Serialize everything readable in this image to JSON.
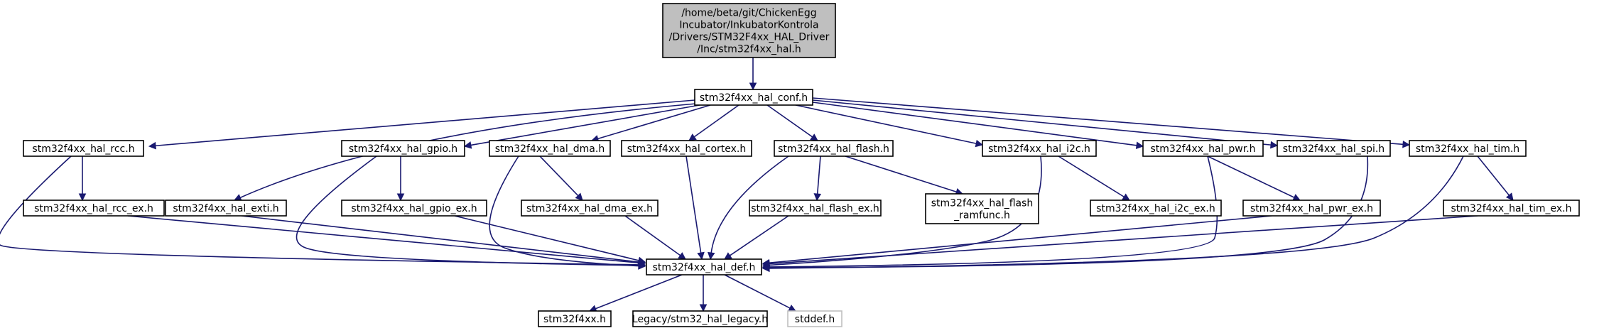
{
  "diagram": {
    "nodes": {
      "root": [
        "/home/beta/git/ChickenEgg",
        "Incubator/InkubatorKontrola",
        "/Drivers/STM32F4xx_HAL_Driver",
        "/Inc/stm32f4xx_hal.h"
      ],
      "conf": "stm32f4xx_hal_conf.h",
      "rcc": "stm32f4xx_hal_rcc.h",
      "rcc_ex": "stm32f4xx_hal_rcc_ex.h",
      "exti": "stm32f4xx_hal_exti.h",
      "gpio": "stm32f4xx_hal_gpio.h",
      "gpio_ex": "stm32f4xx_hal_gpio_ex.h",
      "dma": "stm32f4xx_hal_dma.h",
      "dma_ex": "stm32f4xx_hal_dma_ex.h",
      "cortex": "stm32f4xx_hal_cortex.h",
      "flash": "stm32f4xx_hal_flash.h",
      "flash_ex": "stm32f4xx_hal_flash_ex.h",
      "flash_ramfunc": [
        "stm32f4xx_hal_flash",
        "_ramfunc.h"
      ],
      "i2c": "stm32f4xx_hal_i2c.h",
      "i2c_ex": "stm32f4xx_hal_i2c_ex.h",
      "pwr": "stm32f4xx_hal_pwr.h",
      "pwr_ex": "stm32f4xx_hal_pwr_ex.h",
      "spi": "stm32f4xx_hal_spi.h",
      "tim": "stm32f4xx_hal_tim.h",
      "tim_ex": "stm32f4xx_hal_tim_ex.h",
      "def": "stm32f4xx_hal_def.h",
      "stm32f4xx": "stm32f4xx.h",
      "legacy": "Legacy/stm32_hal_legacy.h",
      "stddef": "stddef.h"
    },
    "edges": [
      [
        "root",
        "conf"
      ],
      [
        "conf",
        "rcc"
      ],
      [
        "conf",
        "exti"
      ],
      [
        "conf",
        "gpio"
      ],
      [
        "conf",
        "dma"
      ],
      [
        "conf",
        "cortex"
      ],
      [
        "conf",
        "flash"
      ],
      [
        "conf",
        "i2c"
      ],
      [
        "conf",
        "pwr"
      ],
      [
        "conf",
        "spi"
      ],
      [
        "conf",
        "tim"
      ],
      [
        "rcc",
        "rcc_ex"
      ],
      [
        "rcc",
        "def"
      ],
      [
        "rcc_ex",
        "def"
      ],
      [
        "exti",
        "def"
      ],
      [
        "gpio",
        "gpio_ex"
      ],
      [
        "gpio",
        "def"
      ],
      [
        "gpio_ex",
        "def"
      ],
      [
        "dma",
        "dma_ex"
      ],
      [
        "dma",
        "def"
      ],
      [
        "dma_ex",
        "def"
      ],
      [
        "cortex",
        "def"
      ],
      [
        "flash",
        "flash_ex"
      ],
      [
        "flash",
        "flash_ramfunc"
      ],
      [
        "flash",
        "def"
      ],
      [
        "flash_ex",
        "def"
      ],
      [
        "i2c",
        "i2c_ex"
      ],
      [
        "i2c",
        "def"
      ],
      [
        "pwr",
        "pwr_ex"
      ],
      [
        "pwr",
        "def"
      ],
      [
        "pwr_ex",
        "def"
      ],
      [
        "spi",
        "def"
      ],
      [
        "tim",
        "tim_ex"
      ],
      [
        "tim",
        "def"
      ],
      [
        "tim_ex",
        "def"
      ],
      [
        "def",
        "stm32f4xx"
      ],
      [
        "def",
        "legacy"
      ],
      [
        "def",
        "stddef"
      ]
    ],
    "colors": {
      "edge": "#191970",
      "root_fill": "#bfbfbf",
      "node_border": "#000000",
      "external_border": "#bfbfbf",
      "background": "#ffffff"
    }
  }
}
